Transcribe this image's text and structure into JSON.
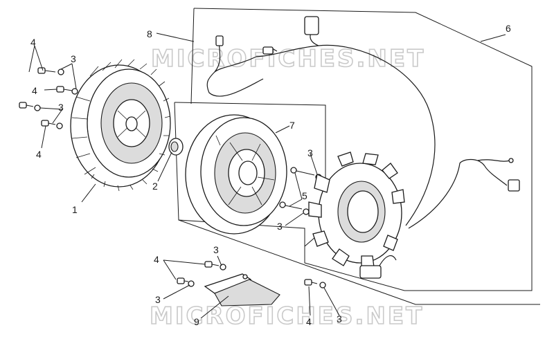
{
  "watermark": {
    "text": "MICROFICHES.NET"
  },
  "callouts": [
    "8",
    "6",
    "4",
    "3",
    "4",
    "3",
    "4",
    "7",
    "3",
    "2",
    "5",
    "3",
    "1",
    "3",
    "4",
    "3",
    "4",
    "3",
    "9"
  ]
}
